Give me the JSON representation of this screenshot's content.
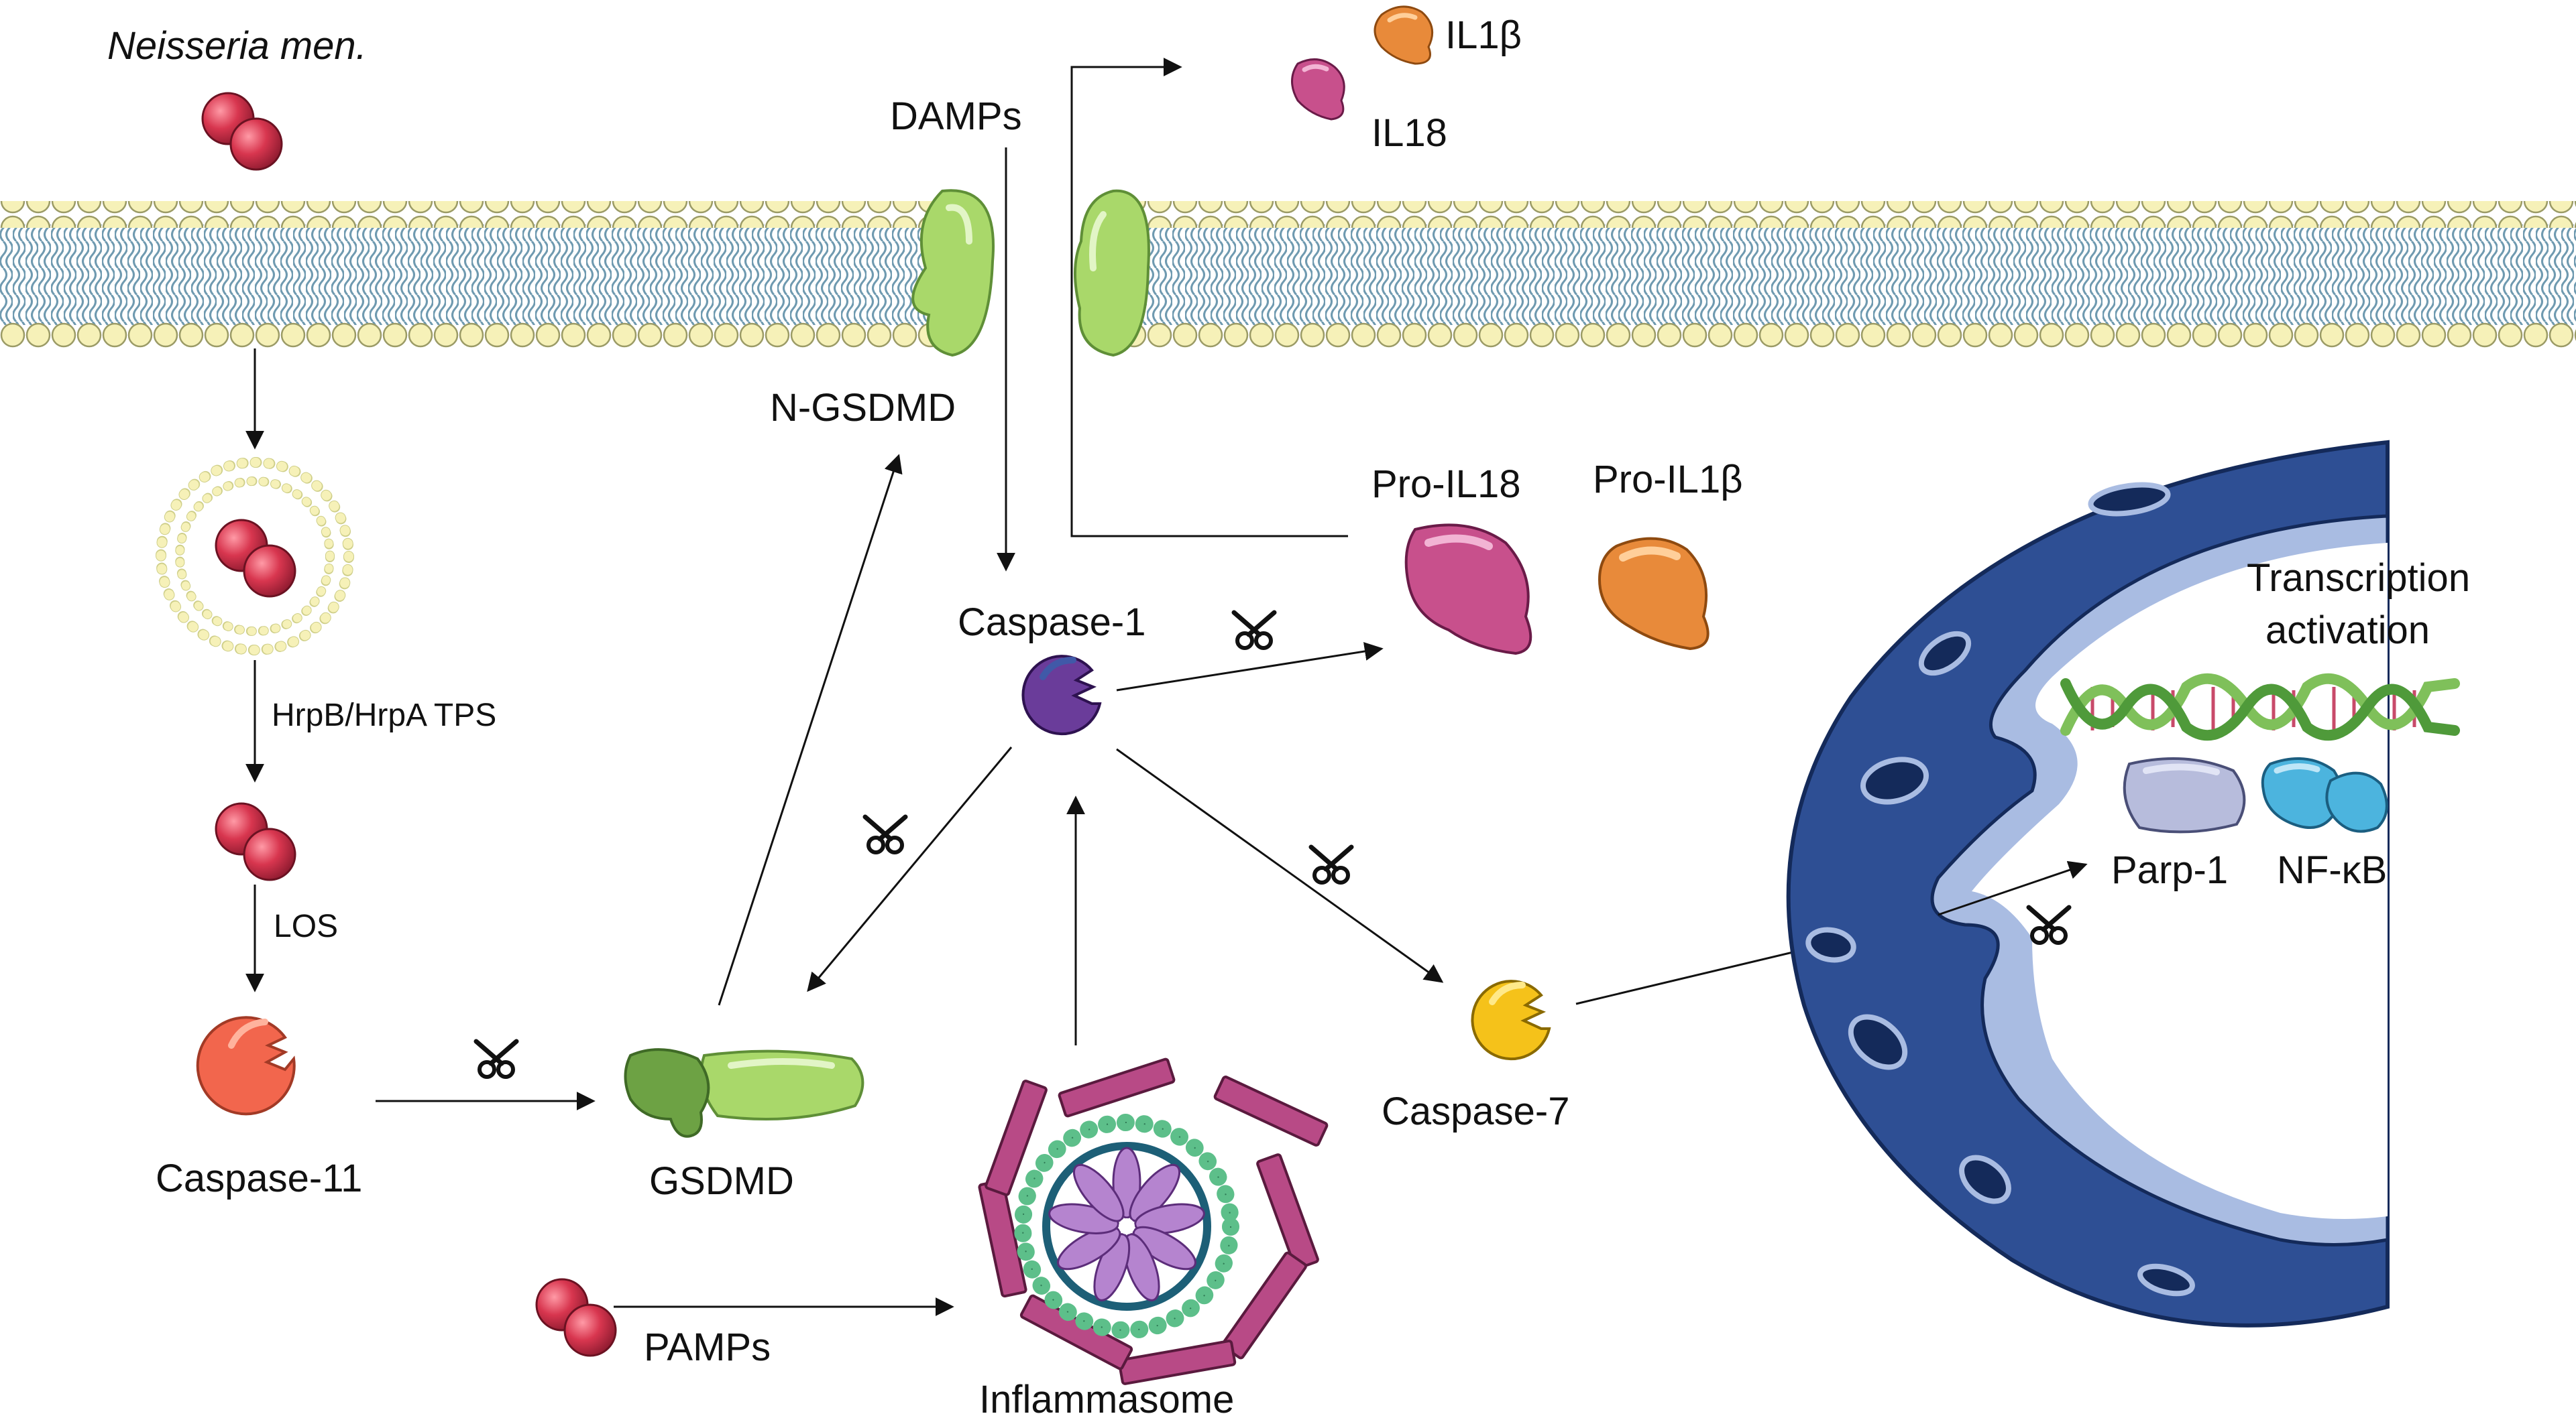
{
  "labels": {
    "neisseria": "Neisseria men.",
    "damps": "DAMPs",
    "il1b": "IL1β",
    "il18": "IL18",
    "n_gsdmd": "N-GSDMD",
    "pro_il18": "Pro-IL18",
    "pro_il1b": "Pro-IL1β",
    "caspase1": "Caspase-1",
    "hrpb": "HrpB/HrpA TPS",
    "los": "LOS",
    "caspase11": "Caspase-11",
    "gsdmd": "GSDMD",
    "pamps": "PAMPs",
    "inflammasome": "Inflammasome",
    "caspase7": "Caspase-7",
    "transcription_line1": "Transcription",
    "transcription_line2": "activation",
    "parp1": "Parp-1",
    "nfkb": "NF-κB"
  },
  "colors": {
    "membrane_head": "#f6f1b8",
    "membrane_tail": "#6f9ab0",
    "bacteria": "#d8364f",
    "gsdmd_green": "#a9d86a",
    "gsdmd_dark": "#6da244",
    "caspase1": "#6a3c9a",
    "caspase11": "#f2664d",
    "caspase7": "#f5c21a",
    "il18": "#c8508c",
    "il1b": "#e88a3a",
    "nucleus": "#2e4f94",
    "nucleus_inner": "#a9bce2",
    "inflammasome_rod": "#b84a86",
    "inflammasome_bead": "#5dbf8a",
    "inflammasome_ring": "#1d5f77",
    "inflammasome_petal": "#b584cf",
    "dna_green": "#7fc05a",
    "parp1": "#b7bcdc",
    "nfkb": "#4cb4de"
  },
  "icons": [
    "scissors-icon"
  ]
}
